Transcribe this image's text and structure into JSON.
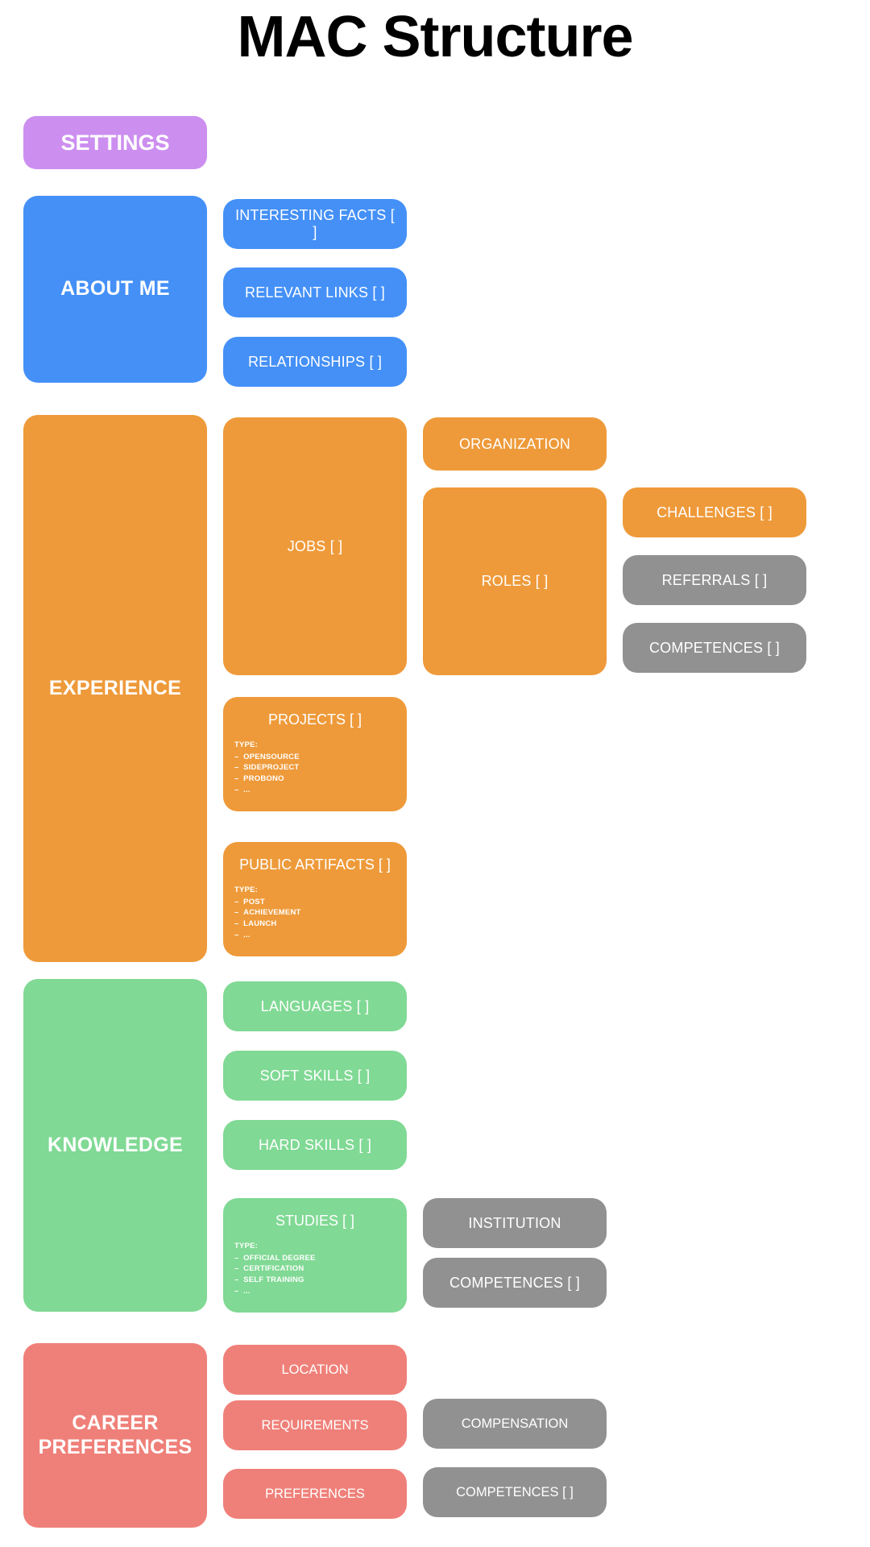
{
  "page": {
    "title": "MAC Structure",
    "background": "#ffffff"
  },
  "colors": {
    "purple": "#cc8ff0",
    "blue": "#4490f7",
    "orange": "#ee9a3a",
    "green": "#80d994",
    "salmon": "#ef8079",
    "gray": "#919191",
    "text_on_block": "#ffffff",
    "title_text": "#000000"
  },
  "settings": {
    "label": "SETTINGS"
  },
  "sections": {
    "about_me": {
      "label": "ABOUT ME",
      "children": [
        {
          "label": "INTERESTING FACTS [ ]"
        },
        {
          "label": "RELEVANT LINKS [ ]"
        },
        {
          "label": "RELATIONSHIPS [ ]"
        }
      ]
    },
    "experience": {
      "label": "EXPERIENCE",
      "jobs": {
        "label": "JOBS [ ]"
      },
      "organization": {
        "label": "ORGANIZATION"
      },
      "roles": {
        "label": "ROLES [ ]"
      },
      "challenges": {
        "label": "CHALLENGES [ ]"
      },
      "referrals": {
        "label": "REFERRALS [ ]"
      },
      "competences": {
        "label": "COMPETENCES [ ]"
      },
      "projects": {
        "label": "PROJECTS [ ]",
        "type_heading": "TYPE:",
        "types": [
          "OPENSOURCE",
          "SIDEPROJECT",
          "PROBONO",
          "..."
        ]
      },
      "public_artifacts": {
        "label": "PUBLIC ARTIFACTS [ ]",
        "type_heading": "TYPE:",
        "types": [
          "POST",
          "ACHIEVEMENT",
          "LAUNCH",
          "..."
        ]
      }
    },
    "knowledge": {
      "label": "KNOWLEDGE",
      "languages": {
        "label": "LANGUAGES [ ]"
      },
      "soft_skills": {
        "label": "SOFT SKILLS [ ]"
      },
      "hard_skills": {
        "label": "HARD SKILLS [ ]"
      },
      "studies": {
        "label": "STUDIES [ ]",
        "type_heading": "TYPE:",
        "types": [
          "OFFICIAL DEGREE",
          "CERTIFICATION",
          "SELF TRAINING",
          "..."
        ]
      },
      "institution": {
        "label": "INSTITUTION"
      },
      "competences": {
        "label": "COMPETENCES [ ]"
      }
    },
    "career_preferences": {
      "label": "CAREER\nPREFERENCES",
      "label_line1": "CAREER",
      "label_line2": "PREFERENCES",
      "location": {
        "label": "LOCATION"
      },
      "requirements": {
        "label": "REQUIREMENTS"
      },
      "preferences": {
        "label": "PREFERENCES"
      },
      "compensation": {
        "label": "COMPENSATION"
      },
      "competences": {
        "label": "COMPETENCES [ ]"
      }
    }
  }
}
